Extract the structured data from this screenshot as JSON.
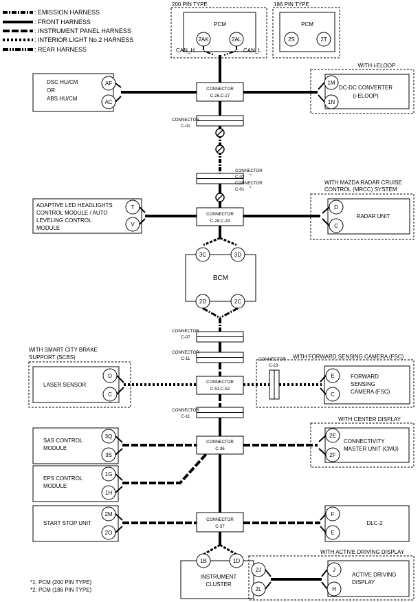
{
  "legend": [
    {
      "label": ": EMISSION HARNESS"
    },
    {
      "label": ": FRONT HARNESS"
    },
    {
      "label": ": INSTRUMENT PANEL HARNESS"
    },
    {
      "label": ": INTERIOR LIGHT No.2 HARNESS"
    },
    {
      "label": ": REAR HARNESS"
    }
  ],
  "pcm200": {
    "group_label": "200 PIN TYPE",
    "title": "PCM",
    "pin_left": "2AK",
    "pin_right": "2AL",
    "can_h": "CAN_H",
    "can_l": "CAN_L"
  },
  "pcm186": {
    "group_label": "186 PIN TYPE",
    "title": "PCM",
    "pin_left": "2S",
    "pin_right": "2T"
  },
  "dsc": {
    "line1": "DSC HU/CM",
    "line2": "OR",
    "line3": "ABS HU/CM",
    "pin_top": "AF",
    "pin_bottom": "AC"
  },
  "conn_c26": {
    "line1": "CONNECTOR",
    "line2": "C-26,C-27"
  },
  "iEloop": {
    "group_label": "WITH i-ELOOP",
    "line1": "DC-DC CONVERTER",
    "line2": "(i-ELOOP)",
    "pin_top": "1M",
    "pin_bottom": "1N"
  },
  "conn_c01": {
    "line1": "CONNECTOR",
    "line2": "C-01"
  },
  "conn_c02": {
    "line1": "CONNECTOR",
    "line2": "C-02",
    "sup2": "*2",
    "line3": "CONNECTOR",
    "line4": "C-01",
    "sup1": "*1"
  },
  "aled": {
    "line1": "ADAPTIVE LED HEADLIGHTS",
    "line2": "CONTROL MODULE / AUTO",
    "line3": "LEVELING CONTROL",
    "line4": "MODULE",
    "pin_top": "T",
    "pin_bottom": "V"
  },
  "conn_c28": {
    "line1": "CONNECTOR",
    "line2": "C-28,C-29"
  },
  "mrcc": {
    "group_label1": "WITH MAZDA RADAR CRUISE",
    "group_label2": "CONTROL (MRCC) SYSTEM",
    "title": "RADAR UNIT",
    "pin_top": "D",
    "pin_bottom": "C"
  },
  "bcm": {
    "title": "BCM",
    "pin_tl": "3C",
    "pin_tr": "3D",
    "pin_bl": "2D",
    "pin_br": "2C"
  },
  "conn_c07": {
    "line1": "CONNECTOR",
    "line2": "C-07"
  },
  "conn_c11a": {
    "line1": "CONNECTOR",
    "line2": "C-11"
  },
  "scbs": {
    "group_label1": "WITH SMART CITY BRAKE",
    "group_label2": "SUPPORT (SCBS)",
    "title": "LASER SENSOR",
    "pin_top": "D",
    "pin_bottom": "C"
  },
  "conn_c51": {
    "line1": "CONNECTOR",
    "line2": "C-51,C-52"
  },
  "fsc": {
    "group_label": "WITH FORWARD SENSING CAMERA (FSC)",
    "conn_line1": "CONNECTOR",
    "conn_line2": "C-23",
    "line1": "FORWARD",
    "line2": "SENSING",
    "line3": "CAMERA (FSC)",
    "pin_top": "E",
    "pin_bottom": "C"
  },
  "conn_c11b": {
    "line1": "CONNECTOR",
    "line2": "C-11"
  },
  "sas": {
    "line1": "SAS CONTROL",
    "line2": "MODULE",
    "pin_top": "3Q",
    "pin_bottom": "3S"
  },
  "conn_c36": {
    "line1": "CONNECTOR",
    "line2": "C-36"
  },
  "cmu": {
    "group_label": "WITH CENTER DISPLAY",
    "line1": "CONNECTIVITY",
    "line2": "MASTER UNIT (CMU)",
    "pin_top": "2E",
    "pin_bottom": "2F"
  },
  "eps": {
    "line1": "EPS CONTROL",
    "line2": "MODULE",
    "pin_top": "1G",
    "pin_bottom": "1H"
  },
  "ssu": {
    "title": "START STOP UNIT",
    "pin_top": "2M",
    "pin_bottom": "2O"
  },
  "conn_c37": {
    "line1": "CONNECTOR",
    "line2": "C-37"
  },
  "dlc": {
    "title": "DLC-2",
    "pin_top": "F",
    "pin_bottom": "E"
  },
  "cluster": {
    "line1": "INSTRUMENT",
    "line2": "CLUSTER",
    "pin_left": "1B",
    "pin_right": "1D",
    "pin_tl": "2J",
    "pin_bl": "2L"
  },
  "add": {
    "group_label": "WITH ACTIVE DRIVING DISPLAY",
    "line1": "ACTIVE DRIVING",
    "line2": "DISPLAY",
    "pin_top": "J",
    "pin_bottom": "H"
  },
  "footnotes": {
    "n1": "*1: PCM (200 PIN TYPE)",
    "n2": "*2: PCM (186 PIN TYPE)"
  }
}
